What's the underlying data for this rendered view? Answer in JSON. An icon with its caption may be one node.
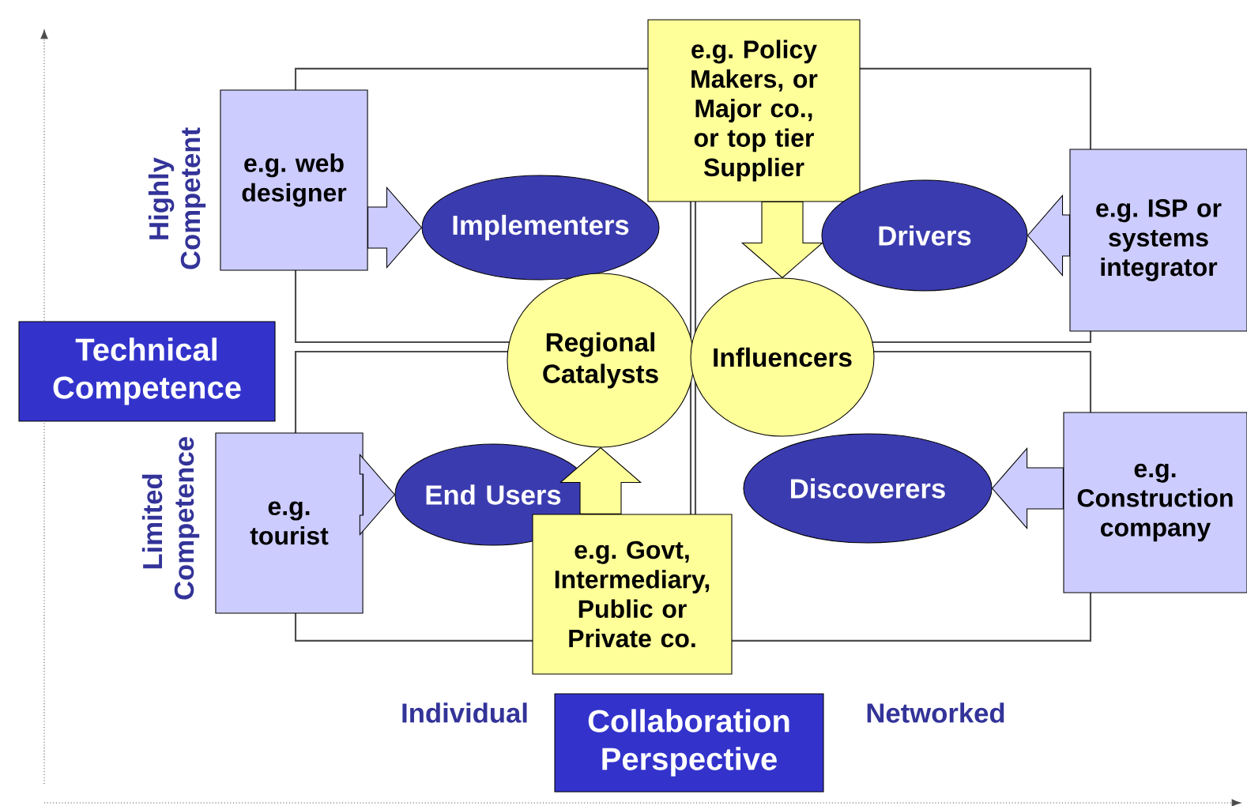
{
  "diagram": {
    "nodes": [
      {
        "text": [
          "Technical Competence"
        ]
      },
      {
        "text": [],
        "shape": "box"
      },
      {
        "text": [],
        "shape": "box"
      },
      {
        "text": [],
        "shape": "box"
      },
      {
        "text": [],
        "shape": "box"
      },
      {
        "text": [
          "e.g. Policy Makers, or Major co., or top tier Supplier"
        ]
      },
      {
        "text": [
          "e.g. web designer"
        ]
      },
      {
        "text": [
          "Implementers"
        ],
        "in": 1
      },
      {
        "text": [
          "Drivers"
        ],
        "in": 2
      },
      {
        "text": [
          "e.g. ISP or systems integrator"
        ]
      },
      {
        "text": [
          "Regional Catalysts"
        ]
      },
      {
        "text": [
          "Influencers"
        ]
      },
      {
        "text": [
          "End Users"
        ],
        "in": 3
      },
      {
        "text": [
          "Discoverers"
        ],
        "in": 4
      },
      {
        "text": [
          "e.g. tourist"
        ]
      },
      {
        "text": [
          "e.g. Construction company"
        ]
      },
      {
        "text": [
          "e.g. Govt, Intermediary, Public or Private co."
        ]
      },
      {
        "text": [
          "Collaboration Perspective"
        ]
      }
    ],
    "edges": [
      {
        "from": 6,
        "to": 7,
        "arrow": "to"
      },
      {
        "from": 9,
        "to": 8,
        "arrow": "to"
      },
      {
        "from": 5,
        "to": 11,
        "arrow": "to",
        "color": "#ffff99"
      },
      {
        "from": 14,
        "to": 12,
        "arrow": "to"
      },
      {
        "from": 15,
        "to": 13,
        "arrow": "to"
      },
      {
        "from": 16,
        "to": 10,
        "arrow": "to",
        "color": "#ffff99"
      }
    ],
    "labels": [
      "Highly Competent",
      "Limited Competence",
      "Individual",
      "Networked"
    ]
  }
}
